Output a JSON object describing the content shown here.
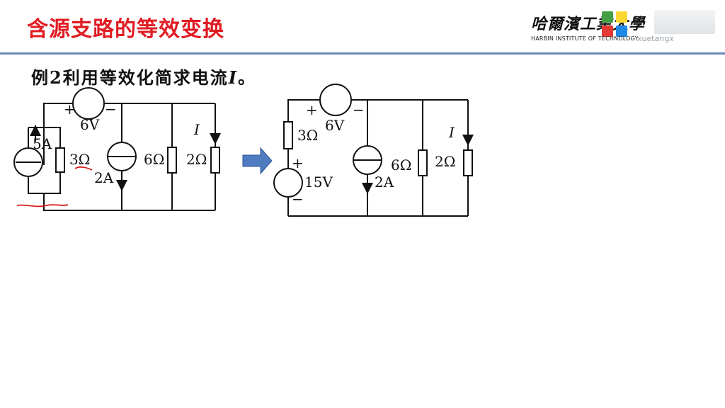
{
  "title": "含源支路的等效变换",
  "logo": {
    "chinese": "哈爾濱工業大學",
    "english": "HARBIN INSTITUTE OF TECHNOLOGY",
    "watermark": "xuetangx",
    "colors": [
      "#e53935",
      "#43a047",
      "#1e88e5",
      "#fdd835"
    ]
  },
  "problem": {
    "prefix": "例2利用等效化简求电流",
    "variable": "I",
    "suffix": "。"
  },
  "circuit_left": {
    "source_5A": "5A",
    "r_3ohm": "3Ω",
    "src_6V": "6V",
    "plus": "+",
    "minus": "−",
    "src_2A": "2A",
    "r_6ohm": "6Ω",
    "r_2ohm": "2Ω",
    "current": "I"
  },
  "circuit_right": {
    "r_3ohm": "3Ω",
    "src_6V": "6V",
    "plus": "+",
    "minus": "−",
    "src_15V": "15V",
    "plus_15": "+",
    "minus_15": "−",
    "src_2A": "2A",
    "r_6ohm": "6Ω",
    "r_2ohm": "2Ω",
    "current": "I"
  },
  "arrow_color": "#4f7bc0",
  "annotation_color": "#d81b1b"
}
